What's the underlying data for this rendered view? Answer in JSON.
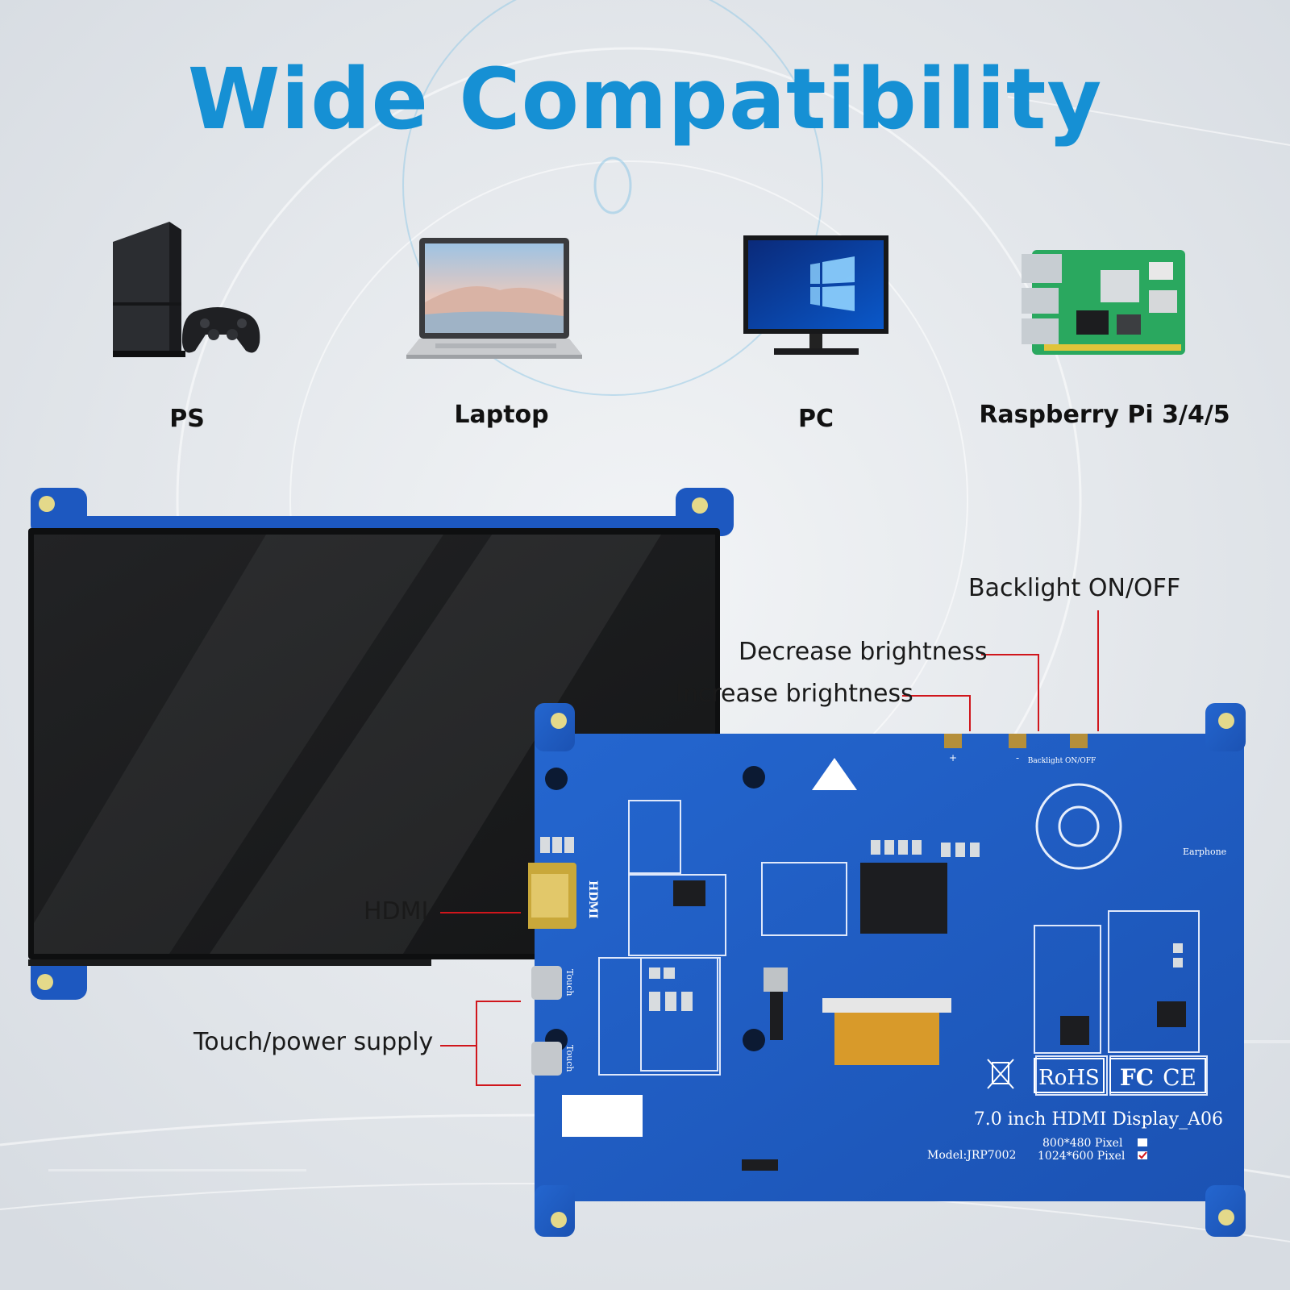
{
  "title": "Wide Compatibility",
  "devices": [
    {
      "label": "PS",
      "icon": "game-console-icon"
    },
    {
      "label": "Laptop",
      "icon": "laptop-icon"
    },
    {
      "label": "PC",
      "icon": "monitor-icon"
    },
    {
      "label": "Raspberry Pi 3/4/5",
      "icon": "raspberry-pi-board-icon"
    }
  ],
  "callouts": {
    "backlight": "Backlight ON/OFF",
    "decrease": "Decrease brightness",
    "increase": "Increase brightness",
    "hdmi": "HDMI",
    "touch_power": "Touch/power supply"
  },
  "board": {
    "model_title": "7.0 inch HDMI Display_A06",
    "model_number": "Model:JRP7002",
    "pixel_options": [
      "800*480 Pixel",
      "1024*600 Pixel"
    ],
    "earphone": "Earphone",
    "backlight_silk": "Backlight ON/OFF",
    "hdmi_silk": "HDMI",
    "touch_silk": "Touch",
    "rohs": "RoHS",
    "fc": "FC",
    "ce": "CE",
    "plus": "+",
    "minus": "-"
  },
  "colors": {
    "title": "#1690d4",
    "pcb": "#1f5fc4",
    "callout_line": "#d0161c"
  }
}
